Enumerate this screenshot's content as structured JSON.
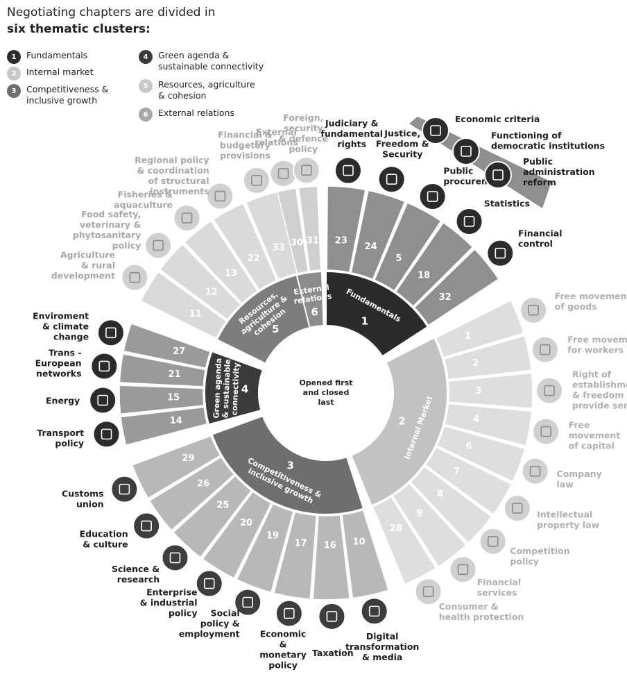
{
  "title": {
    "line1": "Negotiating chapters are divided in",
    "line2": "six thematic clusters:"
  },
  "legend": [
    {
      "num": "1",
      "label": "Fundamentals",
      "color": "#2b2b2b"
    },
    {
      "num": "2",
      "label": "Internal market",
      "color": "#c8c8c8"
    },
    {
      "num": "3",
      "label": "Competitiveness &\ninclusive growth",
      "color": "#6e6e6e"
    },
    {
      "num": "4",
      "label": "Green agenda &\nsustainable connectivity",
      "color": "#3a3a3a"
    },
    {
      "num": "5",
      "label": "Resources, agriculture\n& cohesion",
      "color": "#bdbdbd"
    },
    {
      "num": "6",
      "label": "External relations",
      "color": "#8c8c8c"
    }
  ],
  "center": {
    "text": "Opened first\nand closed\nlast"
  },
  "clusters": [
    {
      "id": 1,
      "num": "1",
      "name": "Fundamentals",
      "chapters": [
        {
          "num": "23",
          "label": "Judiciary &\nfundamental\nrights",
          "icon": "gavel-icon"
        },
        {
          "num": "24",
          "label": "Justice,\nFreedom &\nSecurity",
          "icon": "scales-icon"
        },
        {
          "num": "5",
          "label": "Public\nprocurement",
          "icon": "document-icon"
        },
        {
          "num": "18",
          "label": "Statistics",
          "icon": "chart-icon"
        },
        {
          "num": "32",
          "label": "Financial\ncontrol",
          "icon": "coins-icon"
        }
      ],
      "extras": [
        {
          "label": "Economic criteria",
          "icon": "coins-icon"
        },
        {
          "label": "Functioning of\ndemocratic institutions",
          "icon": "people-icon"
        },
        {
          "label": "Public\nadministration\nreform",
          "icon": "building-icon"
        }
      ]
    },
    {
      "id": 2,
      "num": "2",
      "name": "Internal Market",
      "chapters": [
        {
          "num": "1",
          "label": "Free movement\nof goods",
          "icon": "boxes-icon"
        },
        {
          "num": "2",
          "label": "Free movement\nfor workers",
          "icon": "worker-icon"
        },
        {
          "num": "3",
          "label": "Right of\nestablishment\n& freedom to\nprovide services",
          "icon": "truck-icon"
        },
        {
          "num": "4",
          "label": "Free\nmovement\nof capital",
          "icon": "globe-icon"
        },
        {
          "num": "6",
          "label": "Company\nlaw",
          "icon": "certificate-icon"
        },
        {
          "num": "7",
          "label": "Intellectual\nproperty law",
          "icon": "bulb-icon"
        },
        {
          "num": "8",
          "label": "Competition\npolicy",
          "icon": "podium-icon"
        },
        {
          "num": "9",
          "label": "Financial\nservices",
          "icon": "report-icon"
        },
        {
          "num": "28",
          "label": "Consumer &\nhealth protection",
          "icon": "hands-heart-icon"
        }
      ]
    },
    {
      "id": 3,
      "num": "3",
      "name": "Competitiveness &\ninclusive growth",
      "chapters": [
        {
          "num": "10",
          "label": "Digital\ntransformation\n& media",
          "icon": "monitor-icon"
        },
        {
          "num": "16",
          "label": "Taxation",
          "icon": "tax-bag-icon"
        },
        {
          "num": "17",
          "label": "Economic\n&\nmonetary\npolicy",
          "icon": "coins-icon"
        },
        {
          "num": "19",
          "label": "Social\npolicy &\nemployment",
          "icon": "group-icon"
        },
        {
          "num": "20",
          "label": "Enterprise\n& industrial\npolicy",
          "icon": "factory-icon"
        },
        {
          "num": "25",
          "label": "Science &\nresearch",
          "icon": "molecule-icon"
        },
        {
          "num": "26",
          "label": "Education\n& culture",
          "icon": "masks-icon"
        },
        {
          "num": "29",
          "label": "Customs\nunion",
          "icon": "barrier-icon"
        }
      ]
    },
    {
      "id": 4,
      "num": "4",
      "name": "Green agenda\n& sustainable\nconnectivity",
      "chapters": [
        {
          "num": "14",
          "label": "Transport\npolicy",
          "icon": "car-icon"
        },
        {
          "num": "15",
          "label": "Energy",
          "icon": "plug-icon"
        },
        {
          "num": "21",
          "label": "Trans -\nEuropean\nnetworks",
          "icon": "road-icon"
        },
        {
          "num": "27",
          "label": "Enviroment\n& climate\nchange",
          "icon": "recycle-icon"
        }
      ]
    },
    {
      "id": 5,
      "num": "5",
      "name": "Resources,\nagriculture &\ncohesion",
      "chapters": [
        {
          "num": "11",
          "label": "Agriculture\n& rural\ndevelopment",
          "icon": "field-icon"
        },
        {
          "num": "12",
          "label": "Food safety,\nveterinary &\nphytosanitary\npolicy",
          "icon": "leaf-icon"
        },
        {
          "num": "13",
          "label": "Fisheries &\naquaculture",
          "icon": "fish-icon"
        },
        {
          "num": "22",
          "label": "Regional policy\n& coordination\nof structural\ninstruments",
          "icon": "regions-icon"
        },
        {
          "num": "33",
          "label": "Financial &\nbudgetary\nprovisions",
          "icon": "clipboard-icon"
        }
      ]
    },
    {
      "id": 6,
      "num": "6",
      "name": "External\nrelations",
      "chapters": [
        {
          "num": "30",
          "label": "External\nrelations",
          "icon": "handshake-icon"
        },
        {
          "num": "31",
          "label": "Foreign,\nsecurity\n& defence\npolicy",
          "icon": "shield-icon"
        }
      ]
    }
  ],
  "colors": {
    "c1_inner": "#2b2b2b",
    "c1_outer": "#8f8f8f",
    "c1_label": "#1e1e1e",
    "c2_inner": "#c2c2c2",
    "c2_outer": "#dedede",
    "c2_label": "#b0b0b0",
    "c3_inner": "#6e6e6e",
    "c3_outer": "#b8b8b8",
    "c3_label": "#1e1e1e",
    "c4_inner": "#3a3a3a",
    "c4_outer": "#9a9a9a",
    "c4_label": "#1e1e1e",
    "c5_inner": "#7d7d7d",
    "c5_outer": "#dadada",
    "c5_label": "#a8a8a8",
    "c6_inner": "#8c8c8c",
    "c6_outer": "#cfcfcf",
    "c6_label": "#a8a8a8"
  }
}
